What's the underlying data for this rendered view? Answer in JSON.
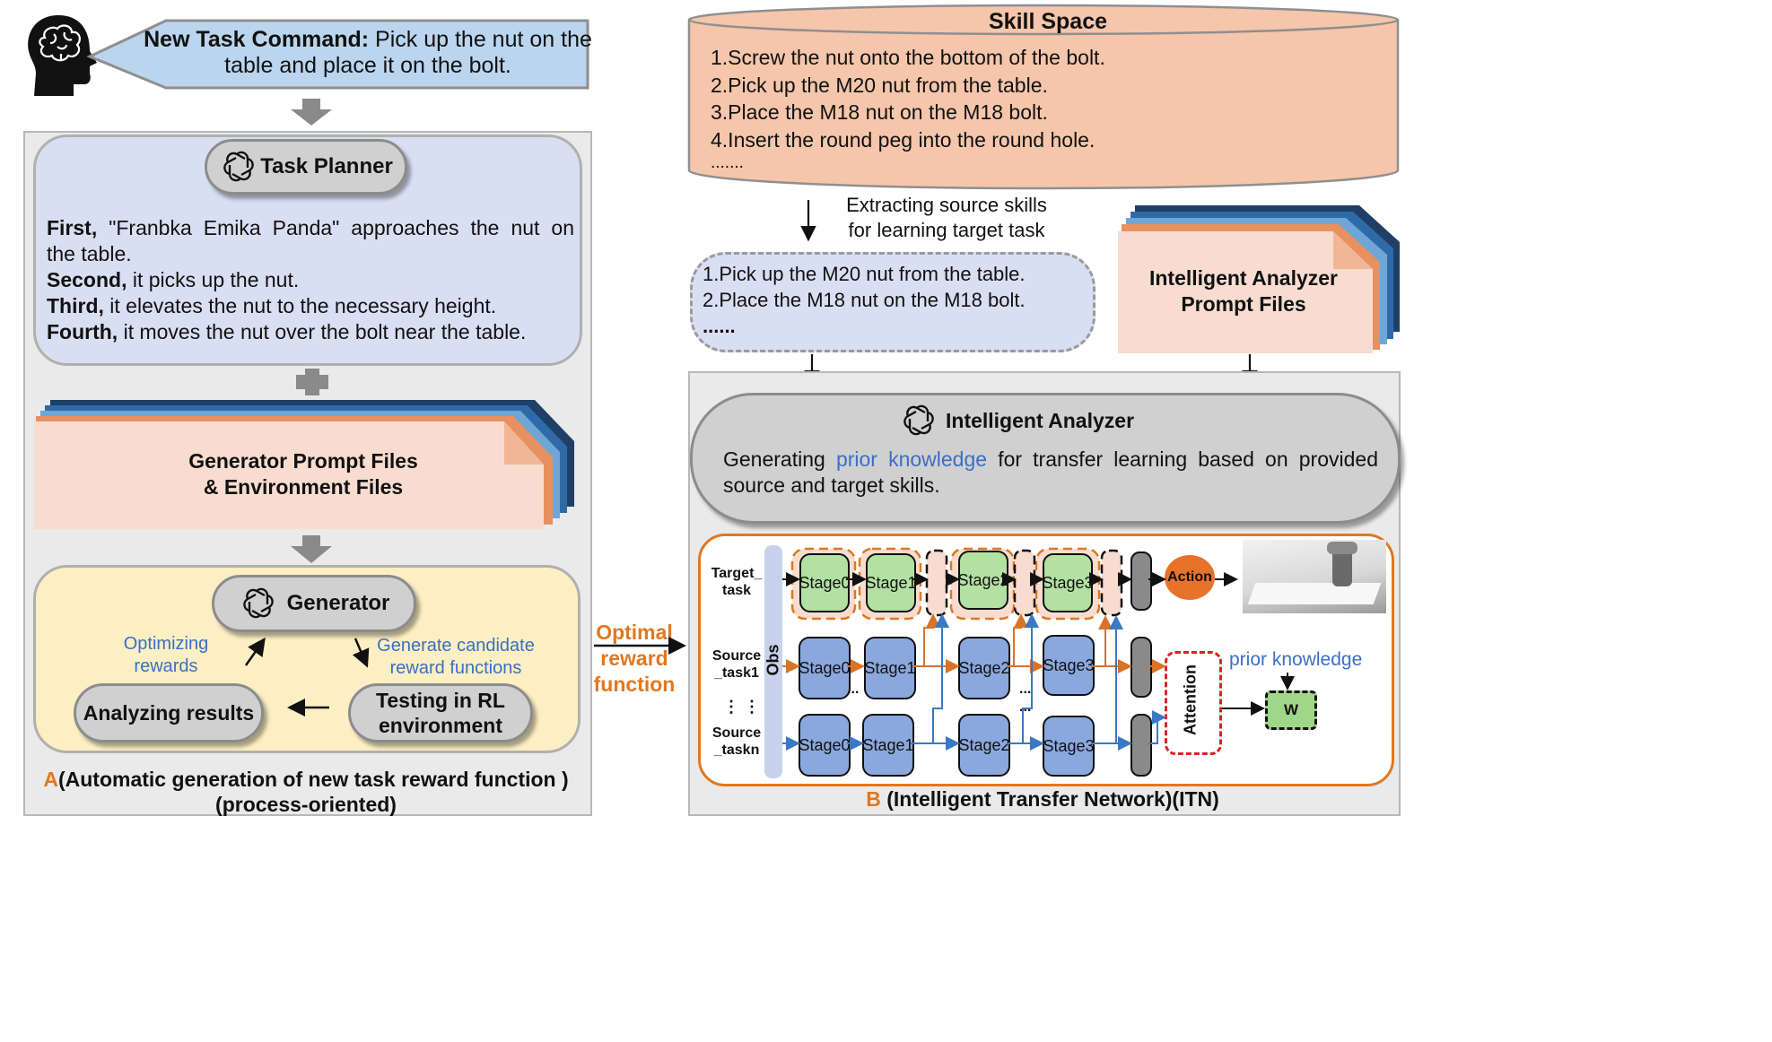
{
  "colors": {
    "orange": "#e07820",
    "blue_text": "#3b6fc4",
    "gray_panel": "#eaeaea",
    "lavender": "#d9dff3",
    "yellow": "#fcefc4",
    "salmon": "#f5c6ab"
  },
  "icons": [
    "brain-head-icon",
    "openai-logo-icon"
  ],
  "command": {
    "bold": "New Task Command:",
    "line1": " Pick up the nut on the",
    "line2": "table and place it on the bolt."
  },
  "task_planner": {
    "title": "Task Planner",
    "steps": [
      {
        "bold": "First,",
        "text": " \"Franbka Emika Panda\" approaches the nut on"
      },
      {
        "bold": "",
        "text": "the table."
      },
      {
        "bold": "Second,",
        "text": " it picks up the nut."
      },
      {
        "bold": "Third,",
        "text": " it elevates the nut to the necessary height."
      },
      {
        "bold": "Fourth,",
        "text": " it moves the nut over the bolt  near the table."
      }
    ]
  },
  "generator_files": {
    "line1": "Generator Prompt Files",
    "line2": "& Environment Files"
  },
  "generator": {
    "title": "Generator",
    "optimizing": [
      "Optimizing",
      "rewards"
    ],
    "generate": [
      "Generate candidate",
      "reward functions"
    ],
    "analyzing": "Analyzing results",
    "testing": [
      "Testing in RL",
      "environment"
    ]
  },
  "caption_a": {
    "letter": "A",
    "line1": "(Automatic generation of new task reward function )",
    "line2": "(process-oriented)"
  },
  "optimal": [
    "Optimal",
    "reward",
    "function"
  ],
  "skill_space": {
    "title": "Skill Space",
    "items": [
      "1.Screw the nut onto the bottom of the bolt.",
      "2.Pick up the M20 nut from the table.",
      "3.Place the M18 nut on the M18 bolt.",
      "4.Insert the round peg into the round hole.",
      "......."
    ]
  },
  "extracting": [
    "Extracting source skills",
    "for learning target task"
  ],
  "source_skills": [
    "1.Pick up the M20 nut from the table.",
    "2.Place the M18 nut on the M18 bolt.",
    "......"
  ],
  "analyzer_files": [
    "Intelligent Analyzer",
    "Prompt Files"
  ],
  "analyzer": {
    "title": "Intelligent Analyzer",
    "pre": "Generating ",
    "highlight": "prior knowledge",
    "post": " for transfer learning based on provided",
    "line2": "source and target skills."
  },
  "itn": {
    "obs": "Obs",
    "rows": [
      "Target_\ntask",
      "Source\n_task1",
      "Source\n_taskn"
    ],
    "row_labels": [
      [
        "Target_",
        "task"
      ],
      [
        "Source",
        "_task1"
      ],
      [
        "Source",
        "_taskn"
      ]
    ],
    "target_stages": [
      "Stage0",
      "Stage1",
      "Stage2",
      "Stage3"
    ],
    "src1_stages": [
      "Stage0",
      "Stage1",
      "Stage2",
      "Stage3"
    ],
    "srcn_stages": [
      "Stage0",
      "Stage1",
      "Stage2",
      "Stage3"
    ],
    "action": "Action",
    "attention": "Attention",
    "prior": "prior knowledge",
    "w": "W",
    "dots": [
      "⋮ ⋮",
      "...",
      "...",
      "..."
    ]
  },
  "caption_b": {
    "letter": "B",
    "text": " (Intelligent Transfer Network)(ITN)"
  }
}
